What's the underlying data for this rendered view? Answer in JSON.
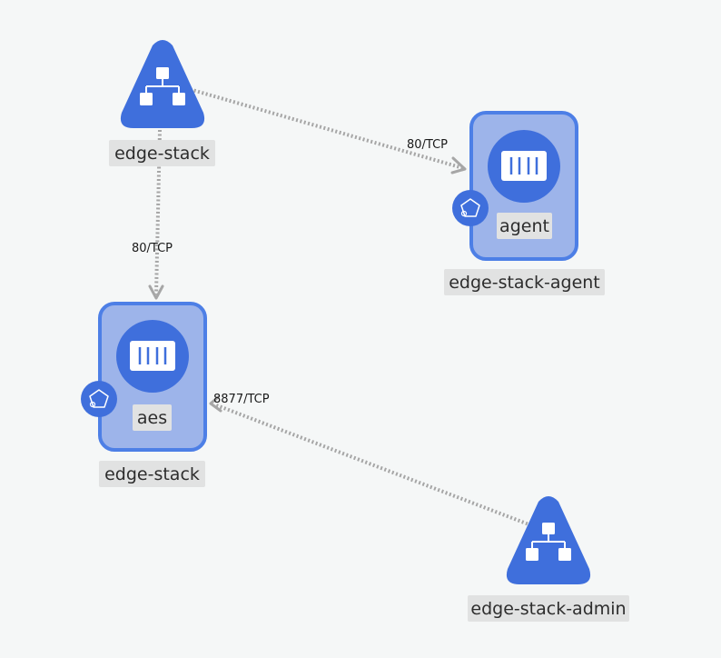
{
  "colors": {
    "background": "#f5f7f7",
    "node_blue": "#3f6fdc",
    "pod_fill": "#9db4ea",
    "pod_border": "#4d7fe6",
    "edge": "#a6a6a6",
    "label_bg": "#e1e2e2"
  },
  "nodes": {
    "svc_edge_stack": {
      "label": "edge-stack",
      "icon": "network-service-icon"
    },
    "svc_admin": {
      "label": "edge-stack-admin",
      "icon": "network-service-icon"
    },
    "deploy_agent": {
      "label": "edge-stack-agent",
      "pod_label": "agent",
      "icon": "container-icon",
      "badge_icon": "pod-badge-icon"
    },
    "deploy_edge_stack": {
      "label": "edge-stack",
      "pod_label": "aes",
      "icon": "container-icon",
      "badge_icon": "pod-badge-icon"
    }
  },
  "edges": [
    {
      "from": "edge-stack",
      "to": "edge-stack-agent",
      "label": "80/TCP"
    },
    {
      "from": "edge-stack",
      "to": "edge-stack",
      "label": "80/TCP"
    },
    {
      "from": "edge-stack-admin",
      "to": "edge-stack",
      "label": "8877/TCP"
    }
  ]
}
